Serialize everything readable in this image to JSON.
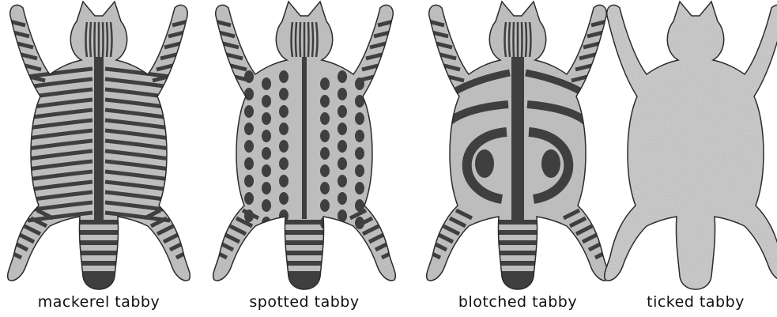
{
  "panels": [
    {
      "label": "mackerel tabby",
      "pattern": "mackerel"
    },
    {
      "label": "spotted tabby",
      "pattern": "spotted"
    },
    {
      "label": "blotched tabby",
      "pattern": "blotched"
    },
    {
      "label": "ticked tabby",
      "pattern": "ticked"
    }
  ],
  "colors": {
    "fur": "#bdbdbd",
    "stripe": "#3f3f3f",
    "outline": "#2b2b2b",
    "ticked_fur": "#c9c9c9"
  }
}
